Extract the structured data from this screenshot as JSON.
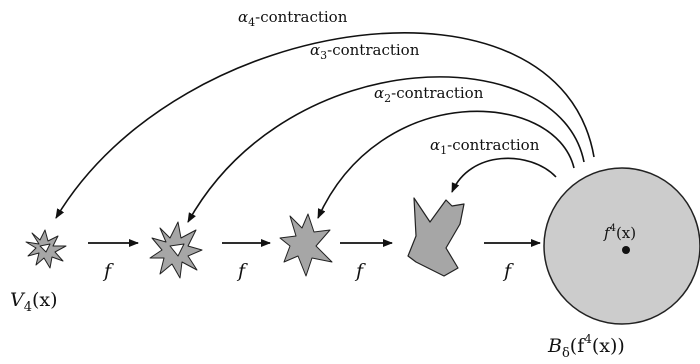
{
  "contractions": [
    {
      "alpha": "α",
      "sub": "4",
      "suffix": "-contraction"
    },
    {
      "alpha": "α",
      "sub": "3",
      "suffix": "-contraction"
    },
    {
      "alpha": "α",
      "sub": "2",
      "suffix": "-contraction"
    },
    {
      "alpha": "α",
      "sub": "1",
      "suffix": "-contraction"
    }
  ],
  "map_label": "f",
  "start_set": {
    "name": "V",
    "sub": "4",
    "arg": "(x)"
  },
  "ball": {
    "name": "B",
    "sub": "δ",
    "arg_open": "(f",
    "power": "4",
    "arg_close": "(x))"
  },
  "center_point": {
    "name": "f",
    "power": "4",
    "arg": "(x)"
  },
  "colors": {
    "shape_fill": "#a6a6a6",
    "ball_fill": "#cccccc",
    "stroke": "#222222"
  }
}
